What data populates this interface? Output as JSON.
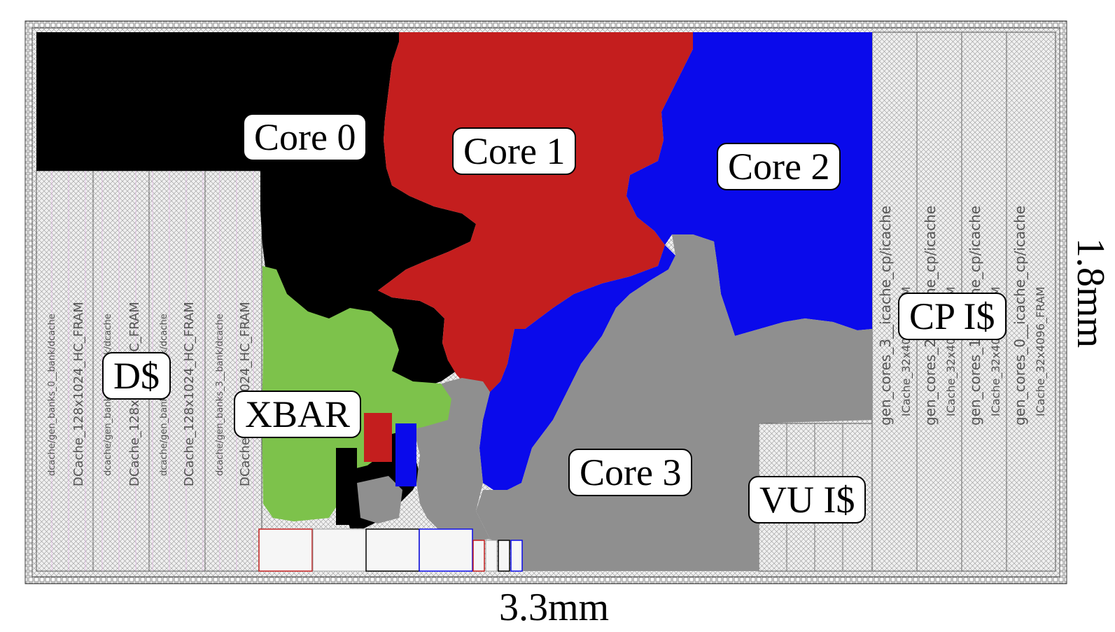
{
  "labels": {
    "core0": "Core 0",
    "core1": "Core 1",
    "core2": "Core 2",
    "core3": "Core 3",
    "dcache": "D$",
    "xbar": "XBAR",
    "cp_icache": "CP I$",
    "vu_icache": "VU I$"
  },
  "dimensions": {
    "width": "3.3mm",
    "height": "1.8mm"
  },
  "dcache_macros": [
    {
      "path": "dcache/gen_banks_0__bank/dcache",
      "type": "DCache_128x1024_HC_FRAM"
    },
    {
      "path": "dcache/gen_banks_1__bank/dcache",
      "type": "DCache_128x1024_HC_FRAM"
    },
    {
      "path": "dcache/gen_banks_2__bank/dcache",
      "type": "DCache_128x1024_HC_FRAM"
    },
    {
      "path": "dcache/gen_banks_3__bank/dcache",
      "type": "DCache_128x1024_HC_FRAM"
    }
  ],
  "icache_macros": [
    {
      "path": "gen_cores_3__icache_cp/icache",
      "type": "ICache_32x4096_FRAM"
    },
    {
      "path": "gen_cores_2__icache_cp/icache",
      "type": "ICache_32x4096_FRAM"
    },
    {
      "path": "gen_cores_1__icache_cp/icache",
      "type": "ICache_32x4096_FRAM"
    },
    {
      "path": "gen_cores_0__icache_cp/icache",
      "type": "ICache_32x4096_FRAM"
    }
  ],
  "colors": {
    "core0": "#000000",
    "core1": "#c41e1e",
    "core2": "#0a0aeb",
    "core3": "#8f8f8f",
    "xbar": "#7dc24b",
    "macro_bg": "#eeeeee",
    "background": "#ffffff"
  }
}
